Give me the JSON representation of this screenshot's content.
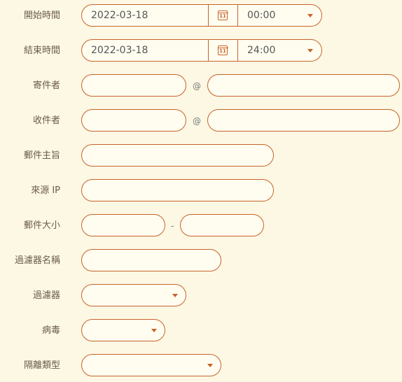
{
  "form": {
    "start_time": {
      "label": "開始時間",
      "date": "2022-03-18",
      "calendar_day": "11",
      "time": "00:00"
    },
    "end_time": {
      "label": "結束時間",
      "date": "2022-03-18",
      "calendar_day": "11",
      "time": "24:00"
    },
    "sender": {
      "label": "寄件者",
      "user": "",
      "at": "@",
      "domain": ""
    },
    "recipient": {
      "label": "收件者",
      "user": "",
      "at": "@",
      "domain": ""
    },
    "subject": {
      "label": "郵件主旨",
      "value": ""
    },
    "source_ip": {
      "label": "來源 IP",
      "value": ""
    },
    "mail_size": {
      "label": "郵件大小",
      "min": "",
      "dash": "-",
      "max": ""
    },
    "filter_name": {
      "label": "過濾器名稱",
      "value": ""
    },
    "filter": {
      "label": "過濾器",
      "value": ""
    },
    "virus": {
      "label": "病毒",
      "value": ""
    },
    "quarantine_type": {
      "label": "隔離類型",
      "value": ""
    }
  },
  "colors": {
    "accent": "#c8622a",
    "background": "#fdf8e4",
    "field_bg": "#fffdf0"
  }
}
